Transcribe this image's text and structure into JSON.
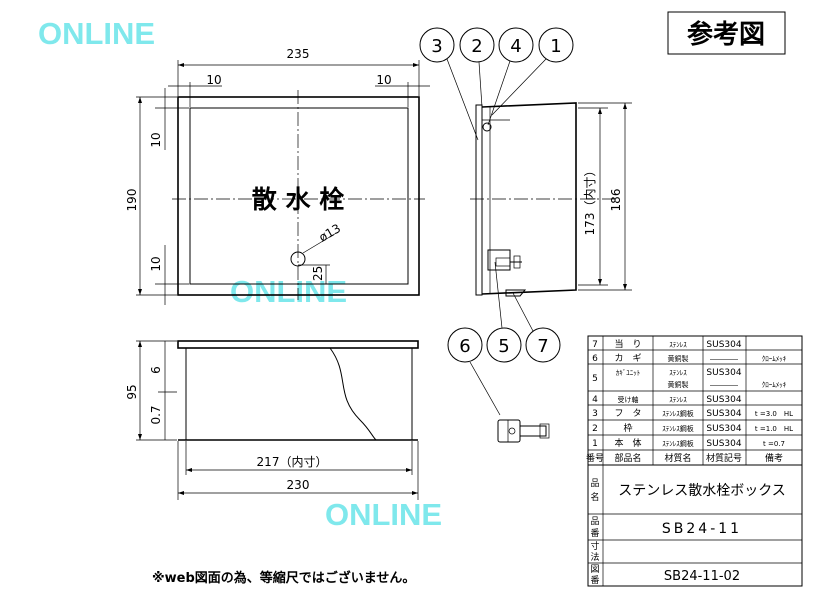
{
  "watermarks": [
    "ONLINE",
    "ONLINE",
    "ONLINE"
  ],
  "badge": "参考図",
  "front": {
    "plate_text": "散 水 栓",
    "dims": {
      "width": "235",
      "left_margin": "10",
      "right_margin": "10",
      "height": "190",
      "top_margin": "10",
      "bottom_margin": "10",
      "hole": "ø13",
      "hole_offset": "25"
    }
  },
  "side": {
    "dims": {
      "inner_height": "173（内寸）",
      "outer_height": "186"
    },
    "callouts_top": [
      "3",
      "2",
      "4",
      "1"
    ],
    "callouts_bottom": [
      "6",
      "5",
      "7"
    ]
  },
  "bottom_view": {
    "dims": {
      "height": "95",
      "flange": "6",
      "thickness": "0.7",
      "inner_width": "217（内寸）",
      "outer_width": "230"
    }
  },
  "parts_table": {
    "rows": [
      {
        "no": "7",
        "name": "当　り",
        "material": "ｽﾃﾝﾚｽ",
        "code": "SUS304",
        "note": ""
      },
      {
        "no": "6",
        "name": "カ　ギ",
        "material": "黄銅製",
        "code": "――――",
        "note": "ｸﾛｰﾑﾒｯｷ"
      },
      {
        "no": "5",
        "name": "ｶｷﾞﾕﾆｯﾄ",
        "material": "ｽﾃﾝﾚｽ",
        "material2": "黄銅製",
        "code": "SUS304",
        "code2": "――――",
        "note": "ｸﾛｰﾑﾒｯｷ"
      },
      {
        "no": "4",
        "name": "受け軸",
        "material": "ｽﾃﾝﾚｽ",
        "code": "SUS304",
        "note": ""
      },
      {
        "no": "3",
        "name": "フ　タ",
        "material": "ｽﾃﾝﾚｽ鋼板",
        "code": "SUS304",
        "note": "t =3.0　HL"
      },
      {
        "no": "2",
        "name": "枠",
        "material": "ｽﾃﾝﾚｽ鋼板",
        "code": "SUS304",
        "note": "t =1.0　HL"
      },
      {
        "no": "1",
        "name": "本　体",
        "material": "ｽﾃﾝﾚｽ鋼板",
        "code": "SUS304",
        "note": "t =0.7"
      }
    ],
    "header": {
      "no": "番号",
      "name": "部品名",
      "material": "材質名",
      "code": "材質記号",
      "note": "備考"
    },
    "title_labels": [
      "品",
      "名",
      "品",
      "番",
      "寸",
      "法",
      "図",
      "番"
    ],
    "product_name": "ステンレス散水栓ボックス",
    "product_number": "SB24-11",
    "drawing_number": "SB24-11-02"
  },
  "note": "※web図面の為、等縮尺ではございません。"
}
